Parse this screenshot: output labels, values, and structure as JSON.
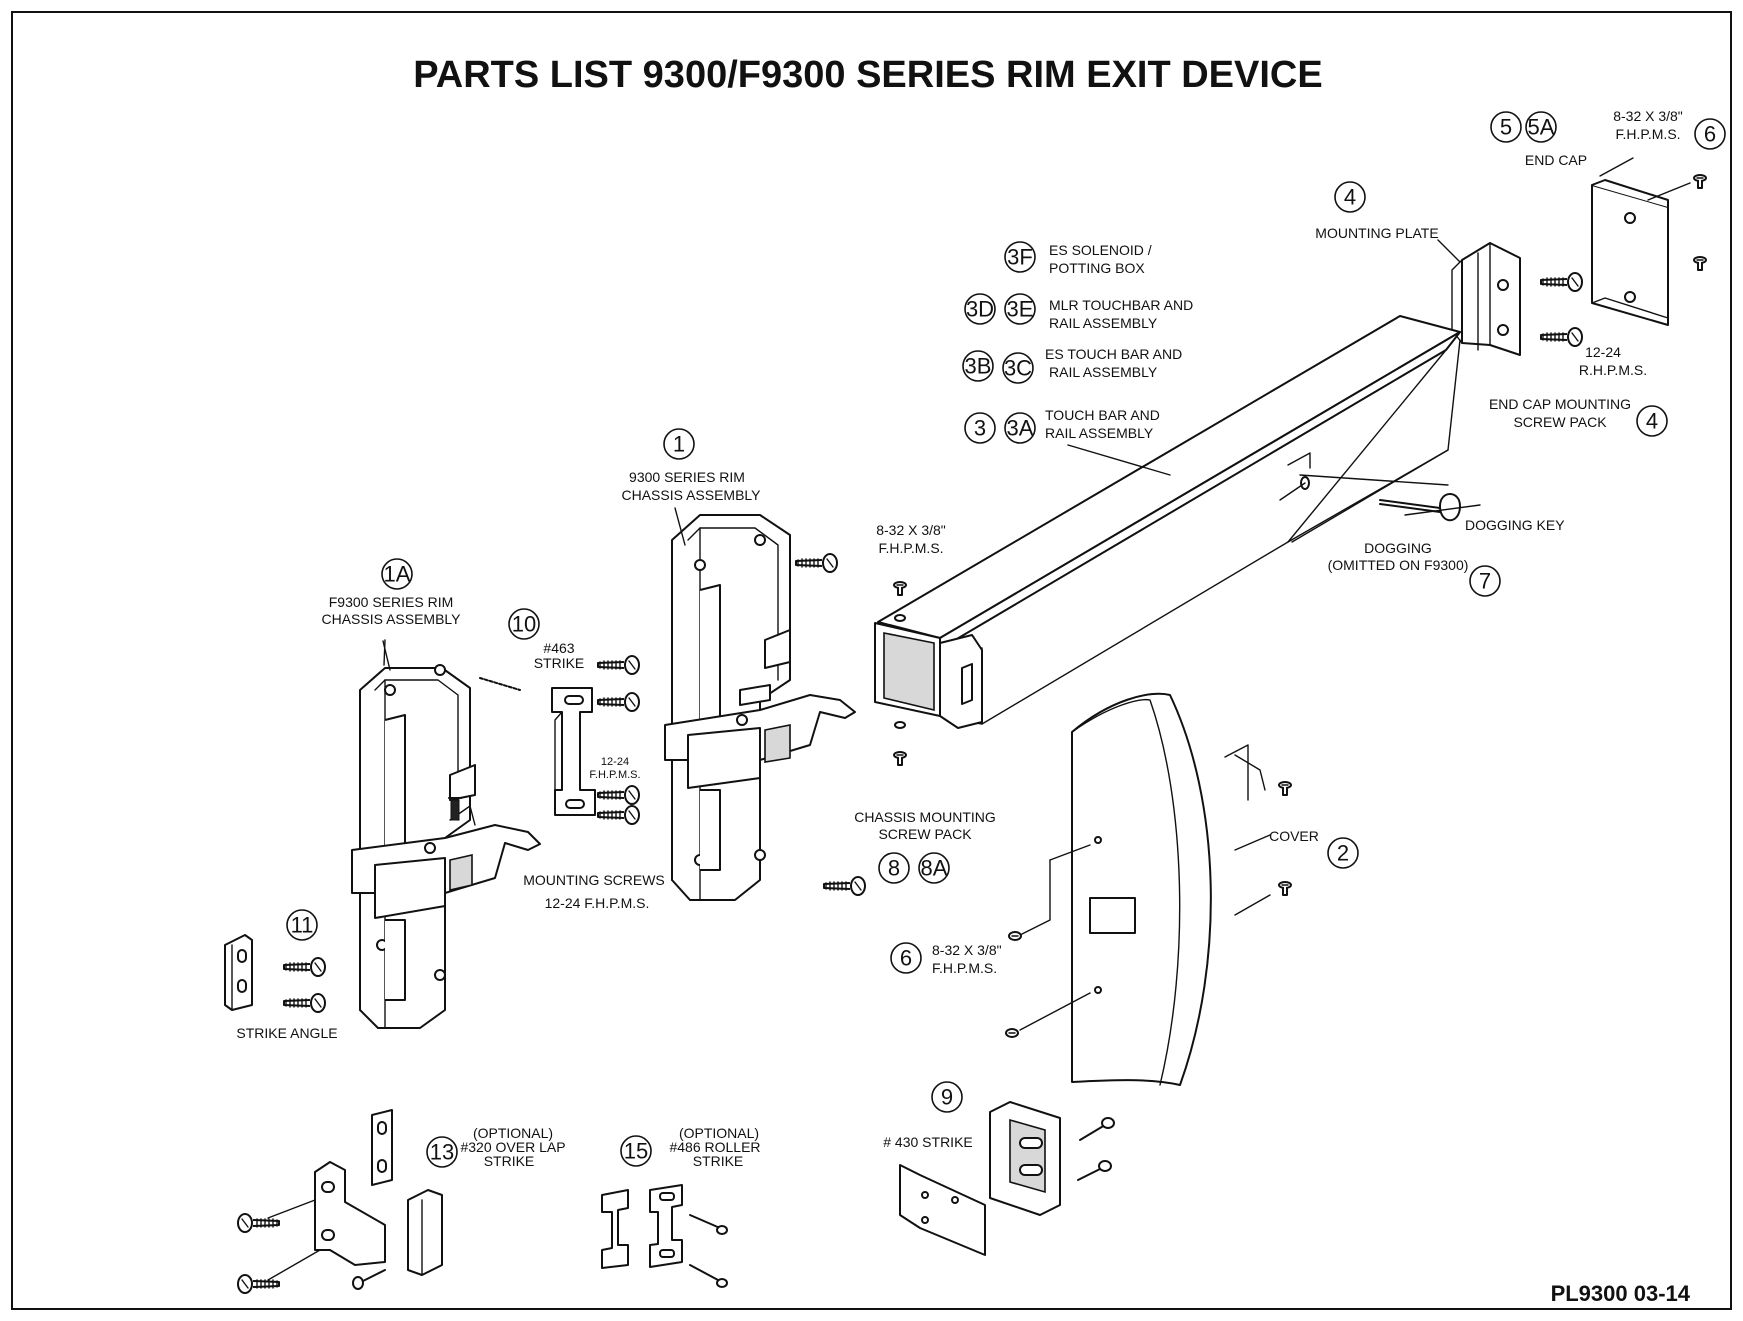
{
  "title": "PARTS LIST 9300/F9300 SERIES RIM EXIT DEVICE",
  "doc_id": "PL9300 03-14",
  "callouts": {
    "c1": "1",
    "c1a": "1A",
    "c2": "2",
    "c3": "3",
    "c3a": "3A",
    "c3b": "3B",
    "c3c": "3C",
    "c3d": "3D",
    "c3e": "3E",
    "c3f": "3F",
    "c4a": "4",
    "c4b": "4",
    "c5": "5",
    "c5a": "5A",
    "c6a": "6",
    "c6b": "6",
    "c7": "7",
    "c8": "8",
    "c8a": "8A",
    "c9": "9",
    "c10": "10",
    "c11": "11",
    "c13": "13",
    "c15": "15"
  },
  "labels": {
    "fhpms_832_top_1": "8-32 X 3/8\"",
    "fhpms_832_top_2": "F.H.P.M.S.",
    "end_cap": "END CAP",
    "mounting_plate": "MOUNTING PLATE",
    "rhpms_1": "12-24",
    "rhpms_2": "R.H.P.M.S.",
    "end_cap_pack_1": "END CAP MOUNTING",
    "end_cap_pack_2": "SCREW PACK",
    "es_solenoid_1": "ES SOLENOID /",
    "es_solenoid_2": "POTTING BOX",
    "mlr_1": "MLR TOUCHBAR AND",
    "mlr_2": "RAIL ASSEMBLY",
    "es_touch_1": "ES TOUCH BAR AND",
    "es_touch_2": "RAIL ASSEMBLY",
    "touch_1": "TOUCH BAR AND",
    "touch_2": "RAIL ASSEMBLY",
    "chassis_9300_1": "9300 SERIES RIM",
    "chassis_9300_2": "CHASSIS ASSEMBLY",
    "fhpms_832_mid_1": "8-32 X 3/8\"",
    "fhpms_832_mid_2": "F.H.P.M.S.",
    "dogging_key": "DOGGING KEY",
    "dogging_1": "DOGGING",
    "dogging_2": "(OMITTED ON F9300)",
    "chassis_f9300_1": "F9300 SERIES RIM",
    "chassis_f9300_2": "CHASSIS ASSEMBLY",
    "strike_463_1": "#463",
    "strike_463_2": "STRIKE",
    "fhpms_1224_small_1": "12-24",
    "fhpms_1224_small_2": "F.H.P.M.S.",
    "chassis_pack_1": "CHASSIS MOUNTING",
    "chassis_pack_2": "SCREW PACK",
    "cover": "COVER",
    "mount_screws_1": "MOUNTING SCREWS",
    "mount_screws_2": "12-24 F.H.P.M.S.",
    "fhpms_832_low_1": "8-32 X 3/8\"",
    "fhpms_832_low_2": "F.H.P.M.S.",
    "strike_angle": "STRIKE ANGLE",
    "strike_320_1": "(OPTIONAL)",
    "strike_320_2": "#320 OVER LAP",
    "strike_320_3": "STRIKE",
    "strike_486_1": "(OPTIONAL)",
    "strike_486_2": "#486 ROLLER",
    "strike_486_3": "STRIKE",
    "strike_430": "# 430 STRIKE"
  }
}
